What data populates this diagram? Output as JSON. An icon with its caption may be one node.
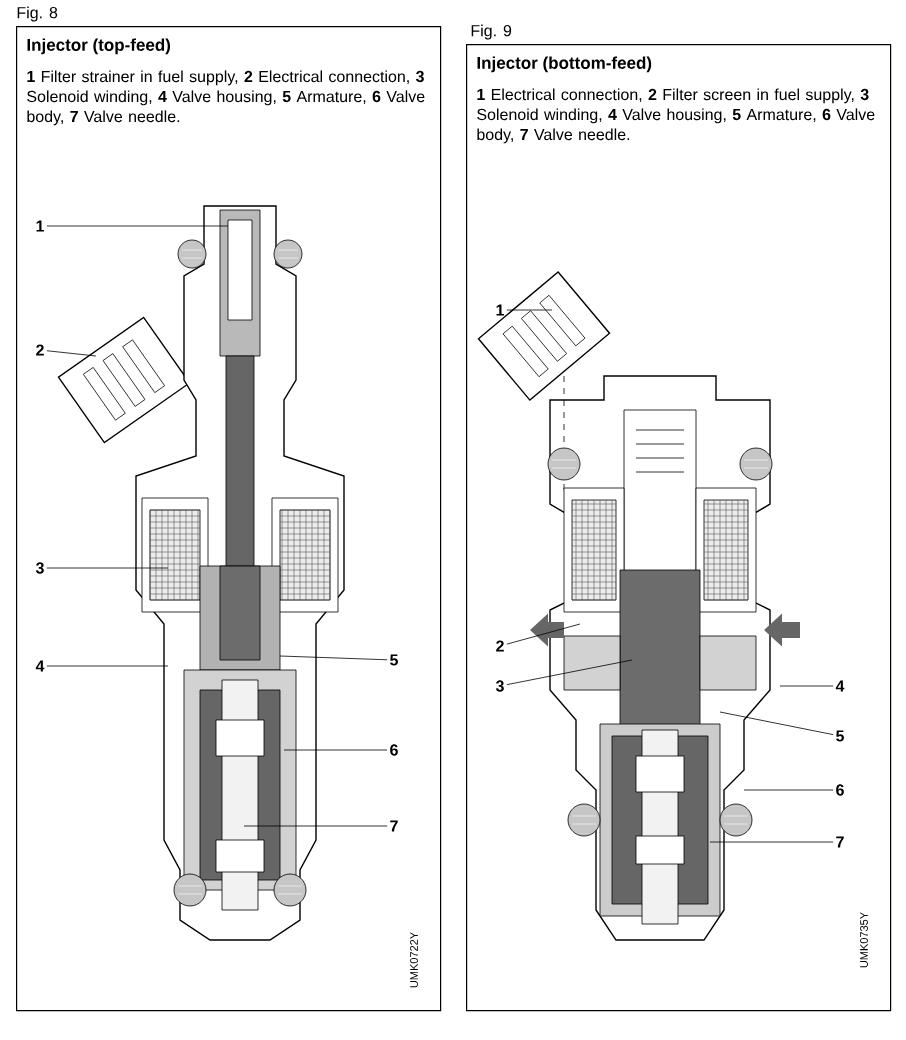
{
  "diagram": {
    "nodes": [
      {
        "text": [
          "Injector (top-feed)",
          "**1** Filter strainer in fuel supply, **2** Electrical connection, **3** Solenoid winding, **4** Valve housing, **5** Armature, **6** Valve body, **7** Valve needle."
        ],
        "beside": [
          "Fig. 8"
        ]
      },
      {
        "text": [
          "Injector (bottom-feed)",
          "**1** Electrical connection, **2** Filter screen in fuel supply, **3** Solenoid winding, **4** Valve housing, **5** Armature, **6** Valve body, **7** Valve needle."
        ],
        "beside": [
          "Fig. 9"
        ]
      },
      {
        "text": [
          "1"
        ],
        "in": 0
      },
      {
        "text": [
          "2"
        ],
        "in": 0
      },
      {
        "text": [
          "3"
        ],
        "in": 0
      },
      {
        "text": [
          "4"
        ],
        "in": 0
      },
      {
        "text": [
          "5"
        ],
        "in": 0
      },
      {
        "text": [
          "6"
        ],
        "in": 0
      },
      {
        "text": [
          "7"
        ],
        "in": 0
      },
      {
        "text": [
          "1"
        ],
        "in": 1
      },
      {
        "text": [
          "2"
        ],
        "in": 1
      },
      {
        "text": [
          "3"
        ],
        "in": 1
      },
      {
        "text": [
          "4"
        ],
        "in": 1
      },
      {
        "text": [
          "5"
        ],
        "in": 1
      },
      {
        "text": [
          "6"
        ],
        "in": 1
      },
      {
        "text": [
          "7"
        ],
        "in": 1
      }
    ],
    "edges": [
      {
        "from": 2,
        "to": null,
        "arrow": "none"
      },
      {
        "from": 3,
        "to": null,
        "arrow": "none"
      },
      {
        "from": 4,
        "to": null,
        "arrow": "none"
      },
      {
        "from": 5,
        "to": null,
        "arrow": "none"
      },
      {
        "from": 6,
        "to": null,
        "arrow": "none"
      },
      {
        "from": 7,
        "to": null,
        "arrow": "none"
      },
      {
        "from": 8,
        "to": null,
        "arrow": "none"
      },
      {
        "from": 9,
        "to": null,
        "arrow": "none"
      },
      {
        "from": 10,
        "to": null,
        "arrow": "none"
      },
      {
        "from": 11,
        "to": null,
        "arrow": "none"
      },
      {
        "from": 12,
        "to": null,
        "arrow": "none"
      },
      {
        "from": 13,
        "to": null,
        "arrow": "none"
      },
      {
        "from": 14,
        "to": null,
        "arrow": "none"
      },
      {
        "from": 15,
        "to": null,
        "arrow": "none"
      }
    ],
    "labels": [
      "UMK0722Y",
      "UMK0735Y"
    ]
  }
}
